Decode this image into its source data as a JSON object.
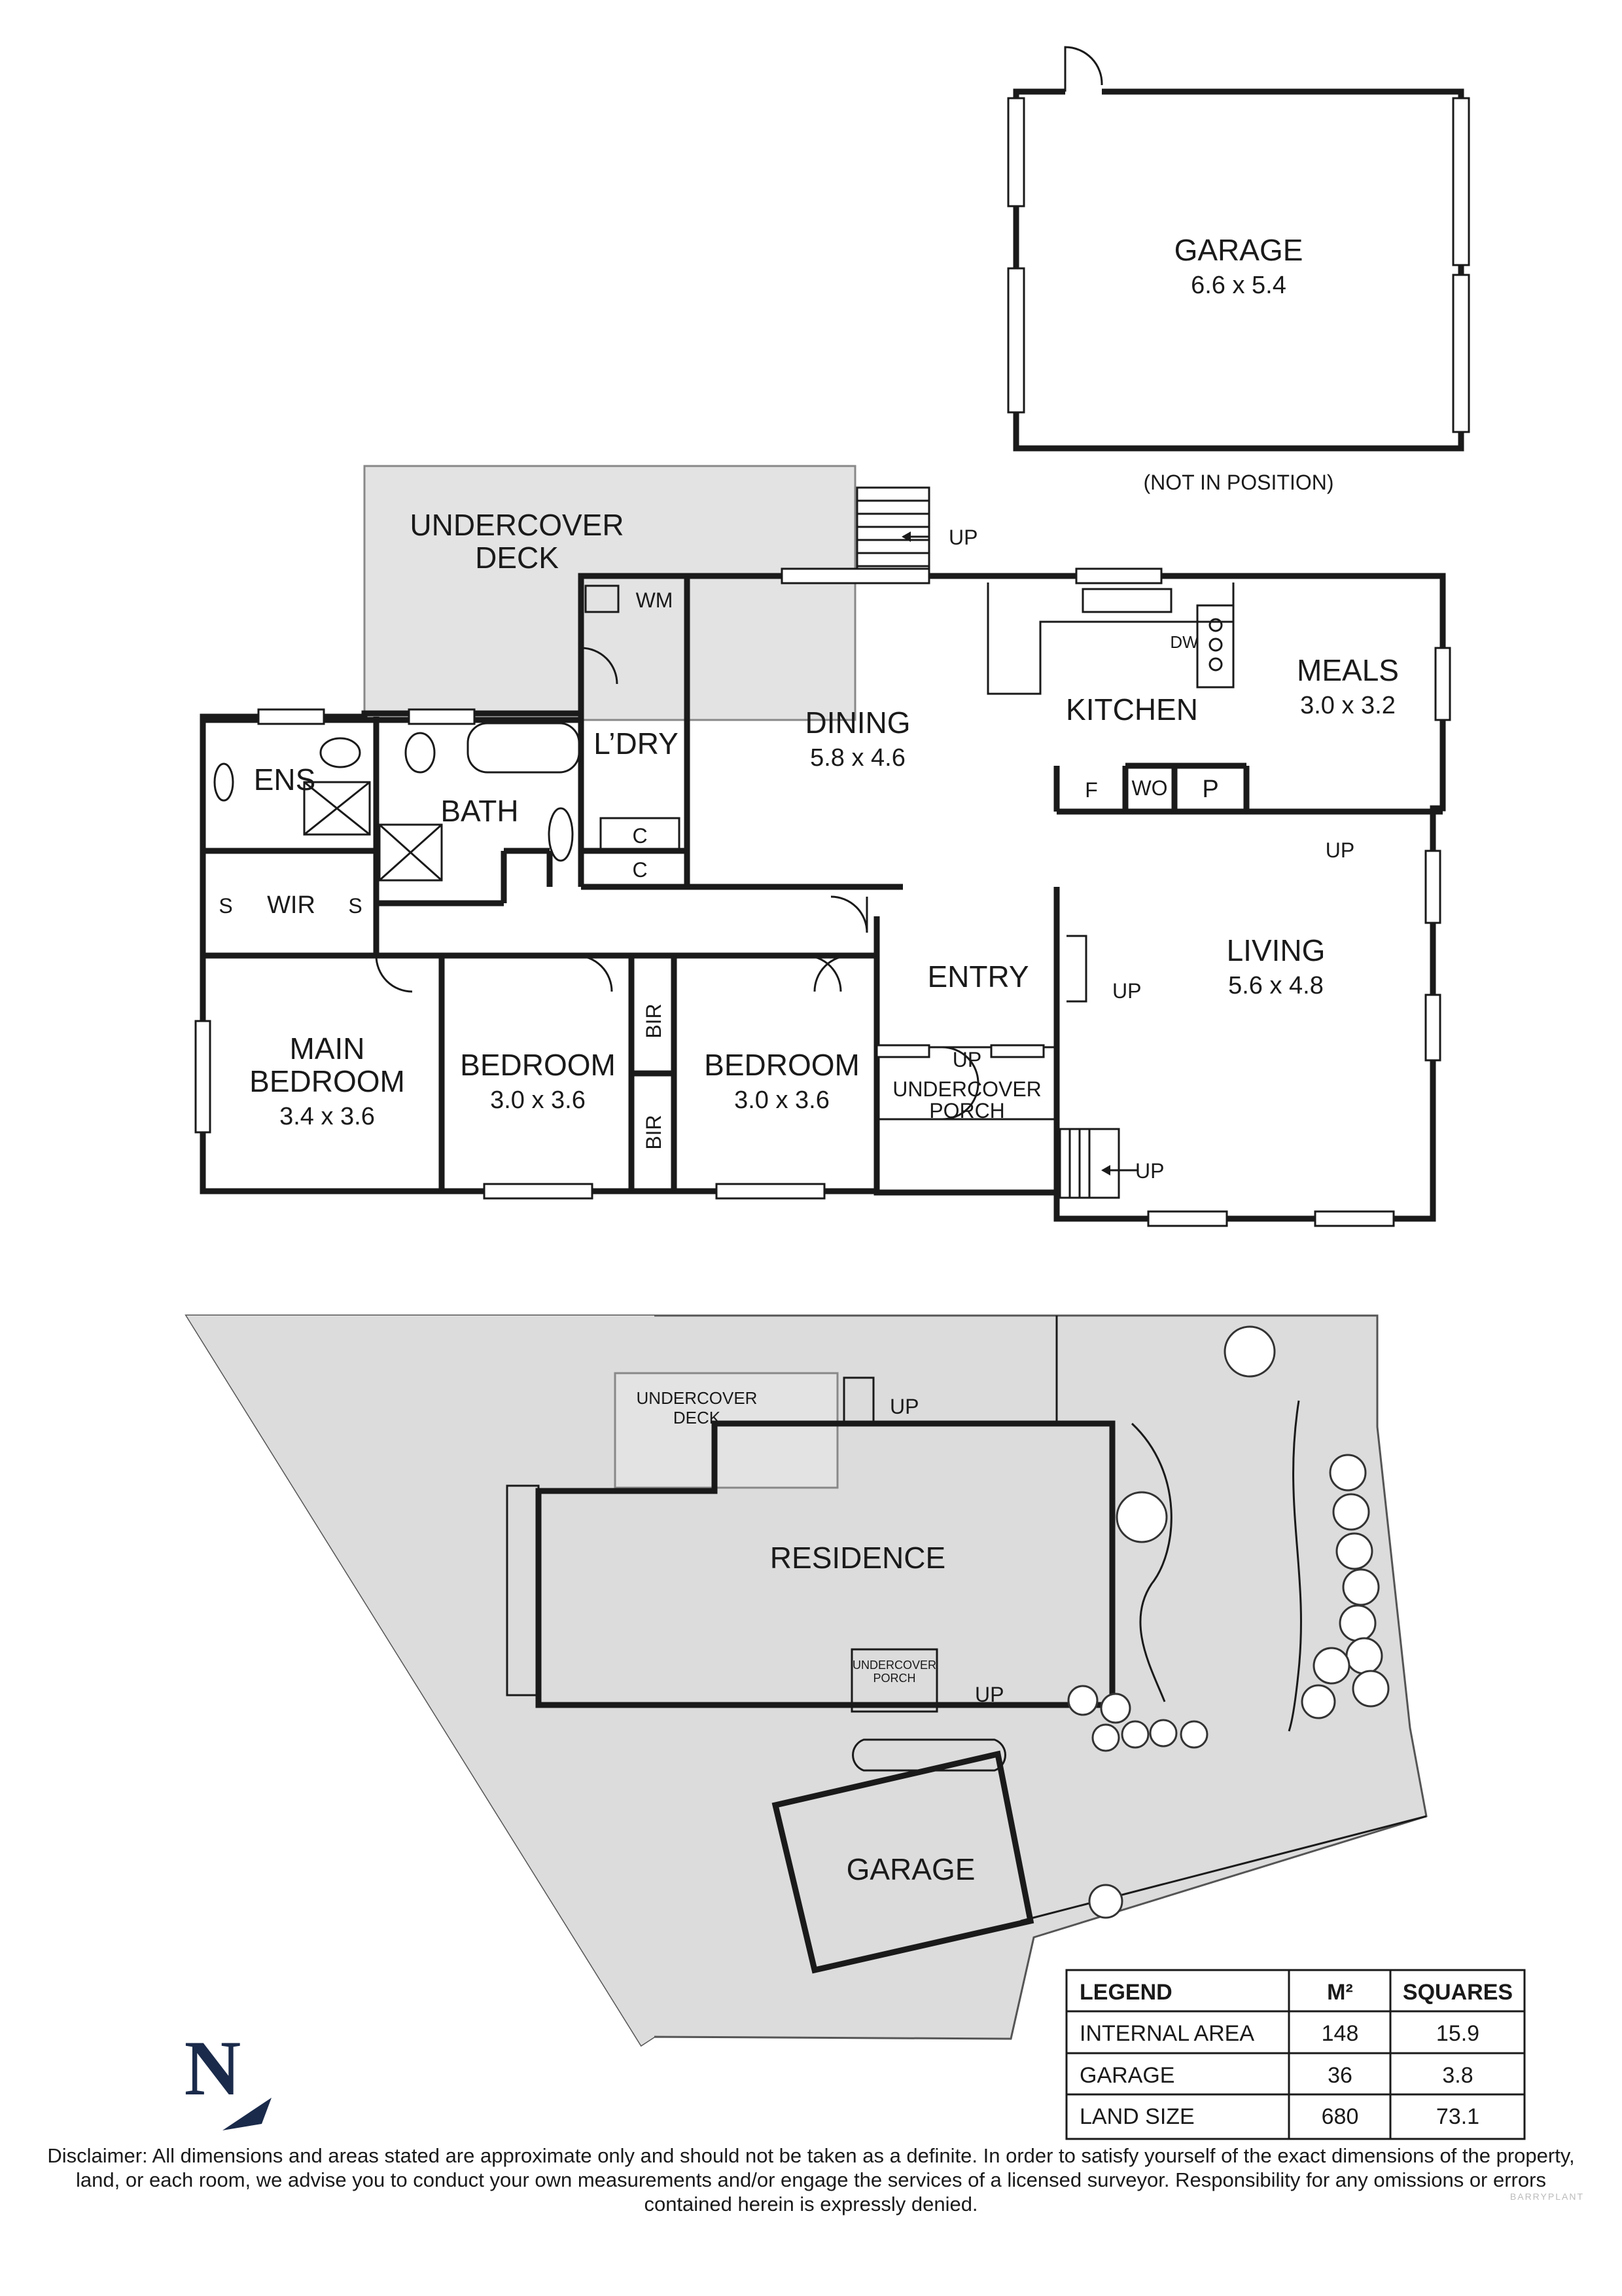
{
  "garage_plan": {
    "name": "GARAGE",
    "dims": "6.6 x 5.4",
    "note": "(NOT IN POSITION)"
  },
  "rooms": {
    "undercover_deck": "UNDERCOVER",
    "undercover_deck_2": "DECK",
    "dining": "DINING",
    "dining_dims": "5.8 x 4.6",
    "kitchen": "KITCHEN",
    "meals": "MEALS",
    "meals_dims": "3.0 x 3.2",
    "living": "LIVING",
    "living_dims": "5.6 x 4.8",
    "entry": "ENTRY",
    "ens": "ENS",
    "bath": "BATH",
    "laundry": "L’DRY",
    "wir": "WIR",
    "main_bedroom": "MAIN",
    "main_bedroom_2": "BEDROOM",
    "main_bedroom_dims": "3.4 x 3.6",
    "bedroom_2": "BEDROOM",
    "bedroom_2_dims": "3.0 x 3.6",
    "bedroom_3": "BEDROOM",
    "bedroom_3_dims": "3.0 x 3.6",
    "porch": "UNDERCOVER",
    "porch_2": "PORCH"
  },
  "fixtures": {
    "wm": "WM",
    "dw": "DW",
    "wo": "WO",
    "p": "P",
    "f": "F",
    "c": "C",
    "s": "S",
    "bir": "BIR",
    "up": "UP"
  },
  "site": {
    "deck": "UNDERCOVER",
    "deck_2": "DECK",
    "residence": "RESIDENCE",
    "porch": "UNDERCOVER",
    "porch_2": "PORCH",
    "garage": "GARAGE",
    "up": "UP"
  },
  "north_label": "N",
  "legend": {
    "headers": [
      "LEGEND",
      "M²",
      "SQUARES"
    ],
    "rows": [
      [
        "INTERNAL AREA",
        "148",
        "15.9"
      ],
      [
        "GARAGE",
        "36",
        "3.8"
      ],
      [
        "LAND SIZE",
        "680",
        "73.1"
      ]
    ]
  },
  "disclaimer": "Disclaimer: All dimensions and areas stated are approximate only and should not be taken as a definite. In order to satisfy yourself of the exact dimensions of the property, land, or each room, we advise you to conduct your own measurements and/or engage the services of a licensed surveyor. Responsibility for any omissions or errors contained herein is expressly denied.",
  "credit": "BARRYPLANT"
}
